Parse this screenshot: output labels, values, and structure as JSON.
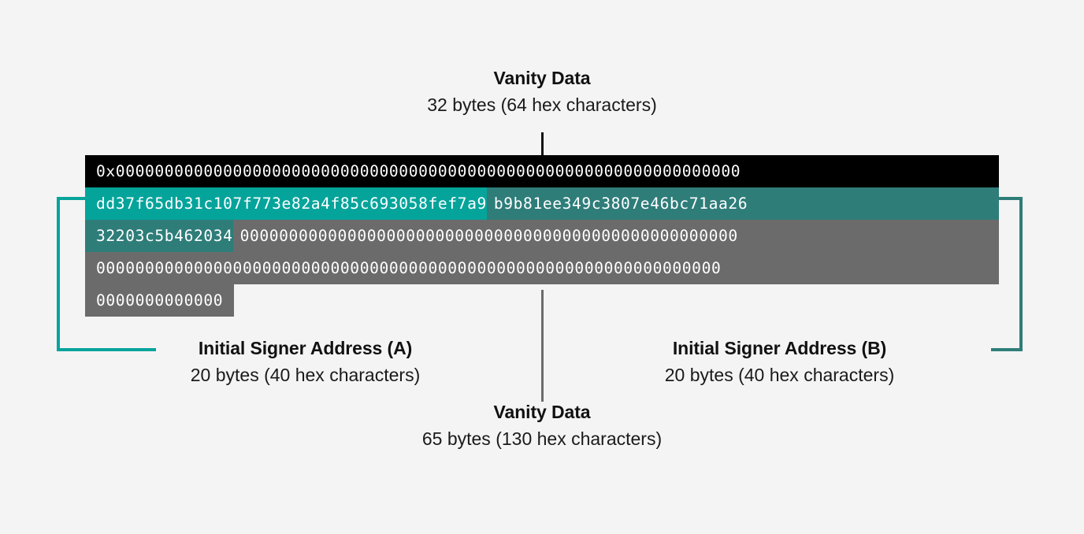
{
  "diagram": {
    "title_top": "Vanity Data",
    "subtitle_top": "32 bytes (64 hex characters)",
    "title_bottom": "Vanity Data",
    "subtitle_bottom": "65 bytes (130 hex characters)",
    "title_left": "Initial Signer Address (A)",
    "subtitle_left": "20 bytes (40 hex characters)",
    "title_right": "Initial Signer Address (B)",
    "subtitle_right": "20 bytes (40 hex characters)"
  },
  "colors": {
    "background": "#f4f4f4",
    "black": "#000000",
    "teal_bright": "#05a49b",
    "teal_dark": "#2e7d79",
    "gray": "#6b6b6b",
    "text": "#111111",
    "text_on_block": "#ffffff"
  },
  "hex": {
    "row1": {
      "prefix": "0x",
      "zeros": "0000000000000000000000000000000000000000000000000000000000000000",
      "full": "0x0000000000000000000000000000000000000000000000000000000000000000"
    },
    "row2": {
      "signer_a_part": "dd37f65db31c107f773e82a4f85c693058fef7a9",
      "signer_b_part": "b9b81ee349c3807e46bc71aa26"
    },
    "row3": {
      "signer_b_part": "32203c5b462034",
      "zeros": "000000000000000000000000000000000000000000000000000"
    },
    "row4": {
      "zeros": "0000000000000000000000000000000000000000000000000000000000000000"
    },
    "row5": {
      "zeros": "0000000000000"
    }
  },
  "icons": {
    "bracket_left": "bracket-left-icon",
    "bracket_right": "bracket-right-icon",
    "connector_top": "connector-line-icon",
    "connector_bottom": "connector-line-icon"
  }
}
